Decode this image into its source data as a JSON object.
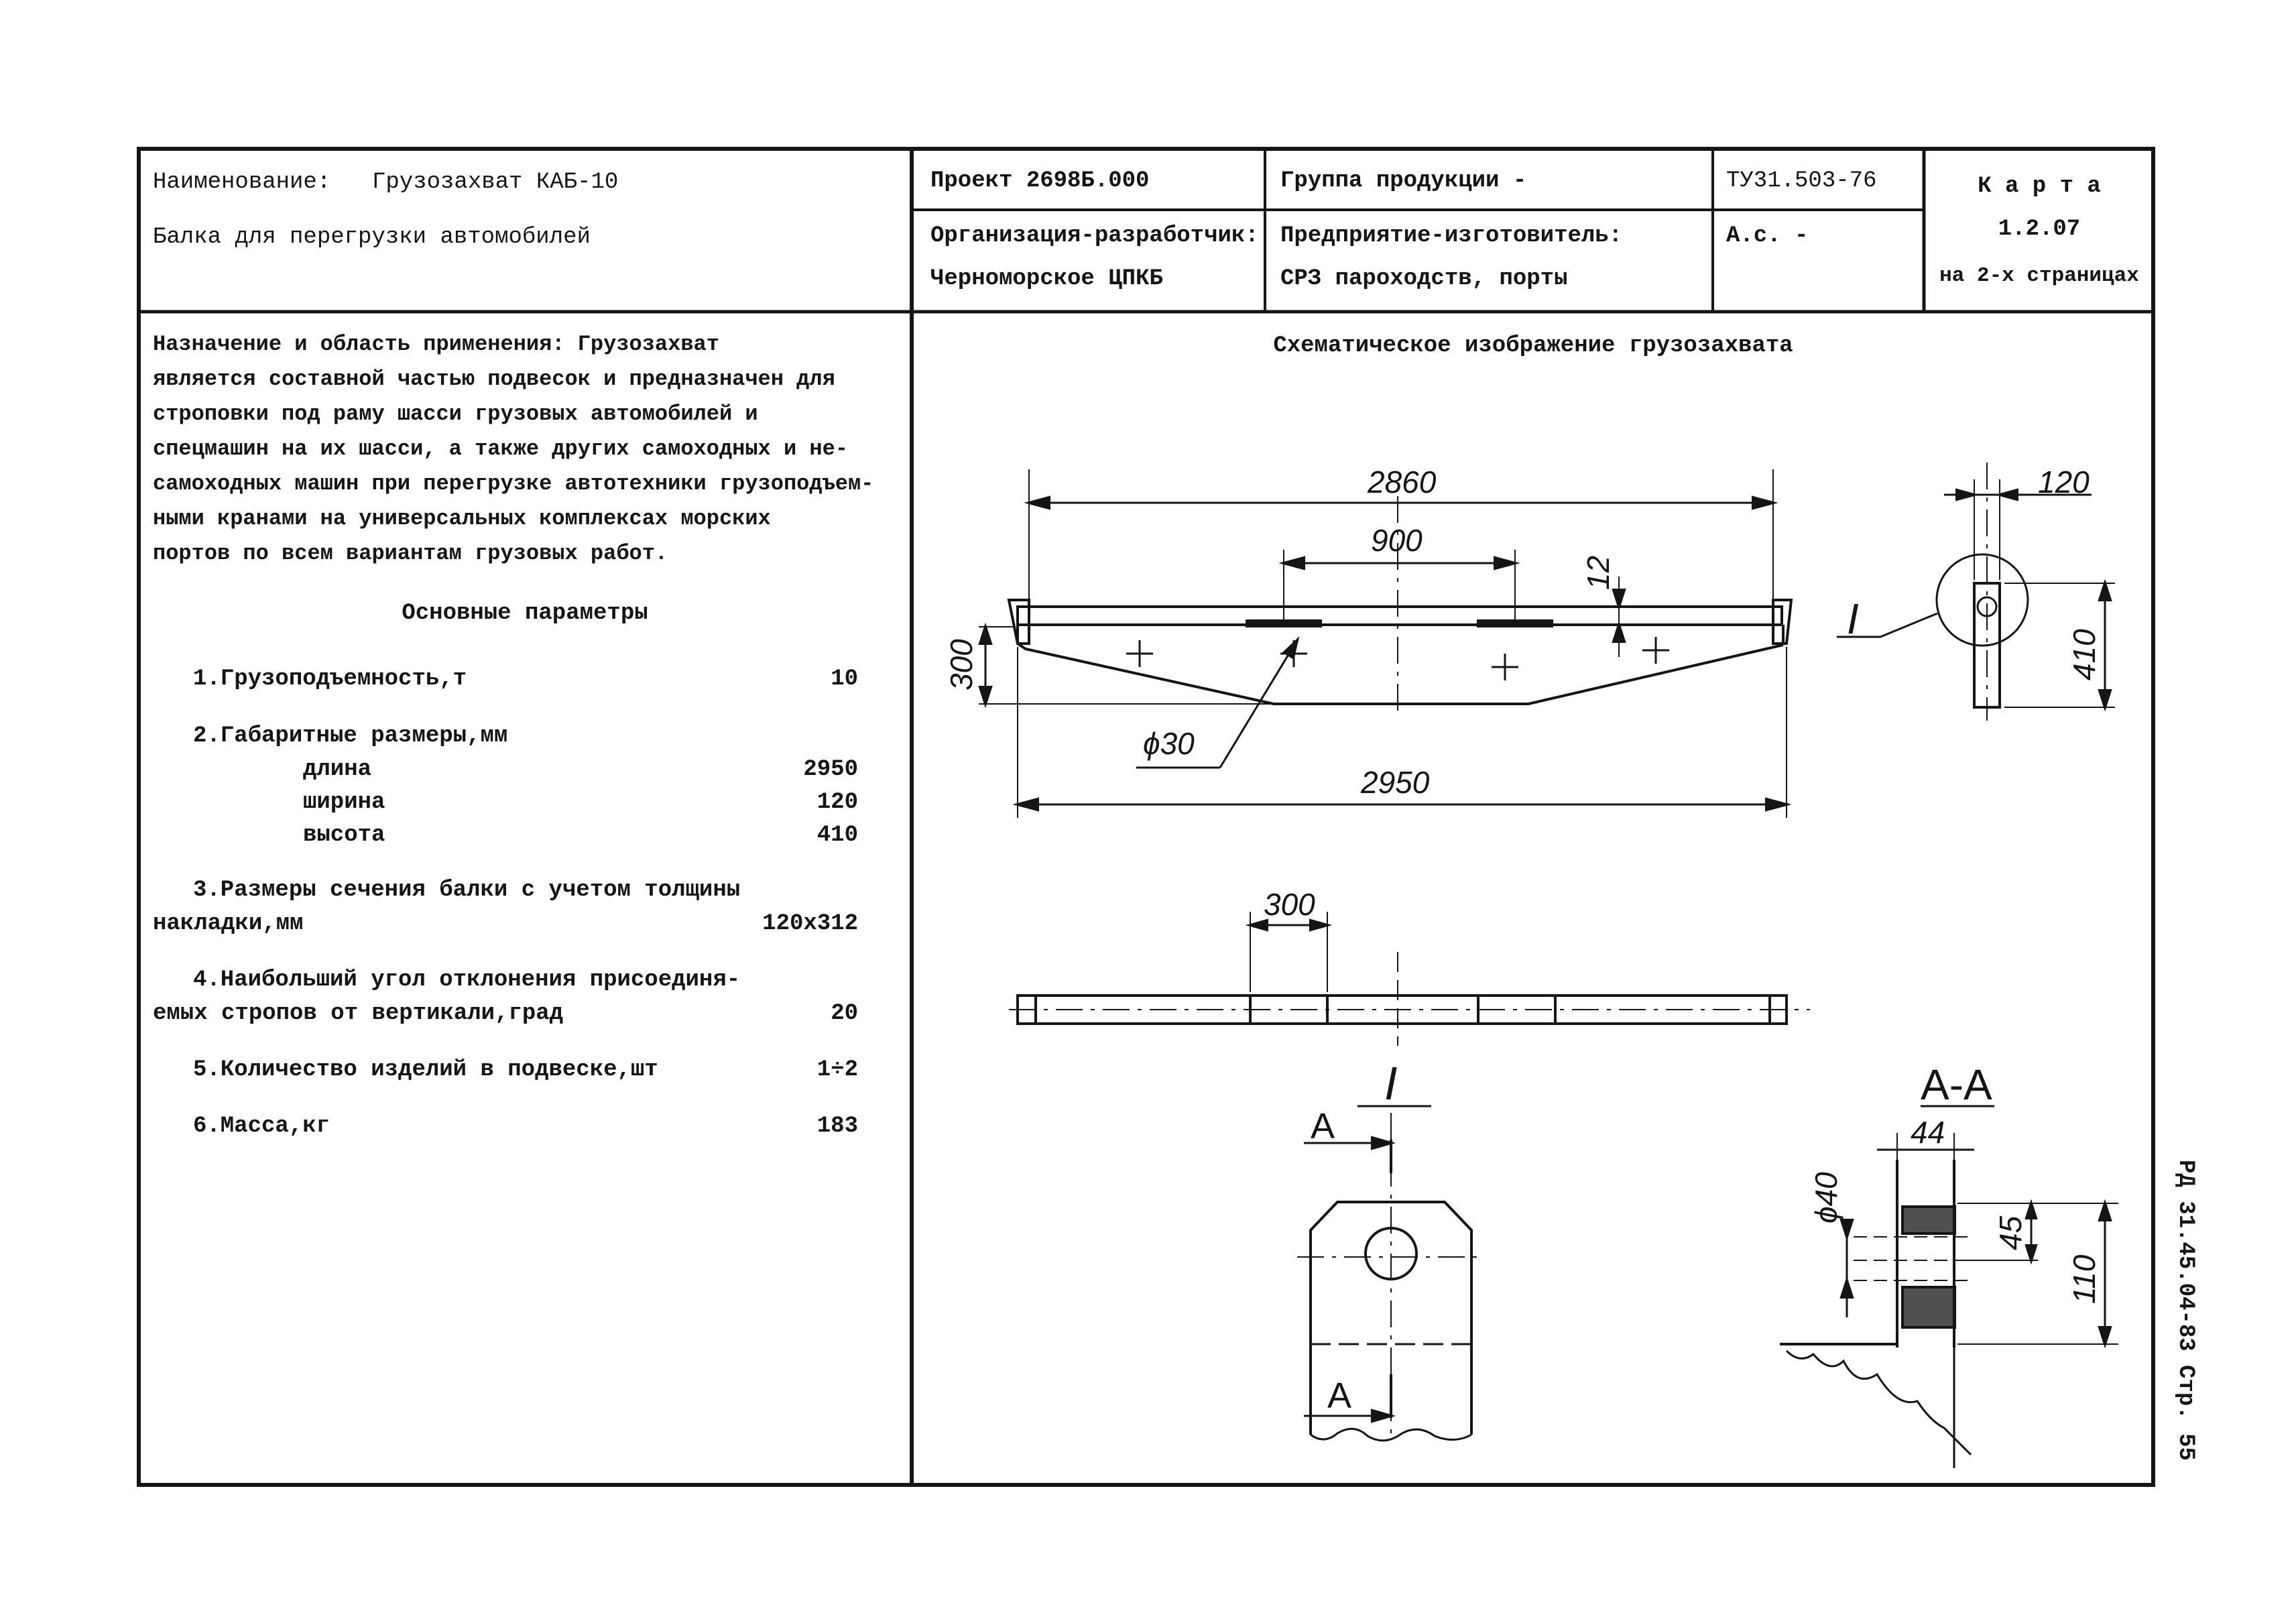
{
  "header": {
    "name_label": "Наименование:",
    "name_value": "Грузозахват КАБ-10",
    "subtitle": "Балка для перегрузки автомобилей",
    "project": "Проект 2698Б.000",
    "group": "Группа продукции  -",
    "tu": "ТУ31.503-76",
    "org_label": "Организация-разработчик:",
    "org_value": "Черноморское ЦПКБ",
    "maker_label": "Предприятие-изготовитель:",
    "maker_value": "СРЗ пароходств, порты",
    "ac": "А.с.   -",
    "card_title": "К а р т а",
    "card_number": "1.2.07",
    "card_pages": "на 2-х страницах"
  },
  "purpose": {
    "lines": [
      "   Назначение и область применения:  Грузозахват",
      "является составной частью подвесок и предназначен для",
      "строповки под раму шасси грузовых автомобилей и",
      "спецмашин на их шасси, а также других самоходных и не-",
      "самоходных машин при перегрузке автотехники грузоподъем-",
      "ными кранами на универсальных комплексах морских",
      "портов по всем вариантам грузовых работ."
    ]
  },
  "params": {
    "title": "Основные параметры",
    "p1_label": "1.Грузоподъемность,т",
    "p1_value": "10",
    "p2_label": "2.Габаритные размеры,мм",
    "p2_len_label": "длина",
    "p2_len_value": "2950",
    "p2_wid_label": "ширина",
    "p2_wid_value": "120",
    "p2_hgt_label": "высота",
    "p2_hgt_value": "410",
    "p3_line1": "3.Размеры сечения балки с учетом толщины",
    "p3_line2": "накладки,мм",
    "p3_value": "120х312",
    "p4_line1": "4.Наибольший угол отклонения присоединя-",
    "p4_line2": "емых стропов от вертикали,град",
    "p4_value": "20",
    "p5_label": "5.Количество изделий в подвеске,шт",
    "p5_value": "1÷2",
    "p6_label": "6.Масса,кг",
    "p6_value": "183"
  },
  "drawing": {
    "title": "Схематическое изображение грузозахвата",
    "dim_2860": "2860",
    "dim_900": "900",
    "dim_12": "12",
    "dim_300_side": "300",
    "dim_phi30": "ϕ30",
    "dim_2950": "2950",
    "dim_120": "120",
    "dim_410": "410",
    "callout_I": "I",
    "dim_300_plan": "300",
    "view_I": "I",
    "section_A_top": "А",
    "section_A_bottom": "А",
    "section_title": "А-А",
    "dim_44": "44",
    "dim_phi40": "ϕ40",
    "dim_45": "45",
    "dim_110": "110"
  },
  "footer": {
    "doc_ref": "РД 31.45.04-83  Стр. 55"
  }
}
